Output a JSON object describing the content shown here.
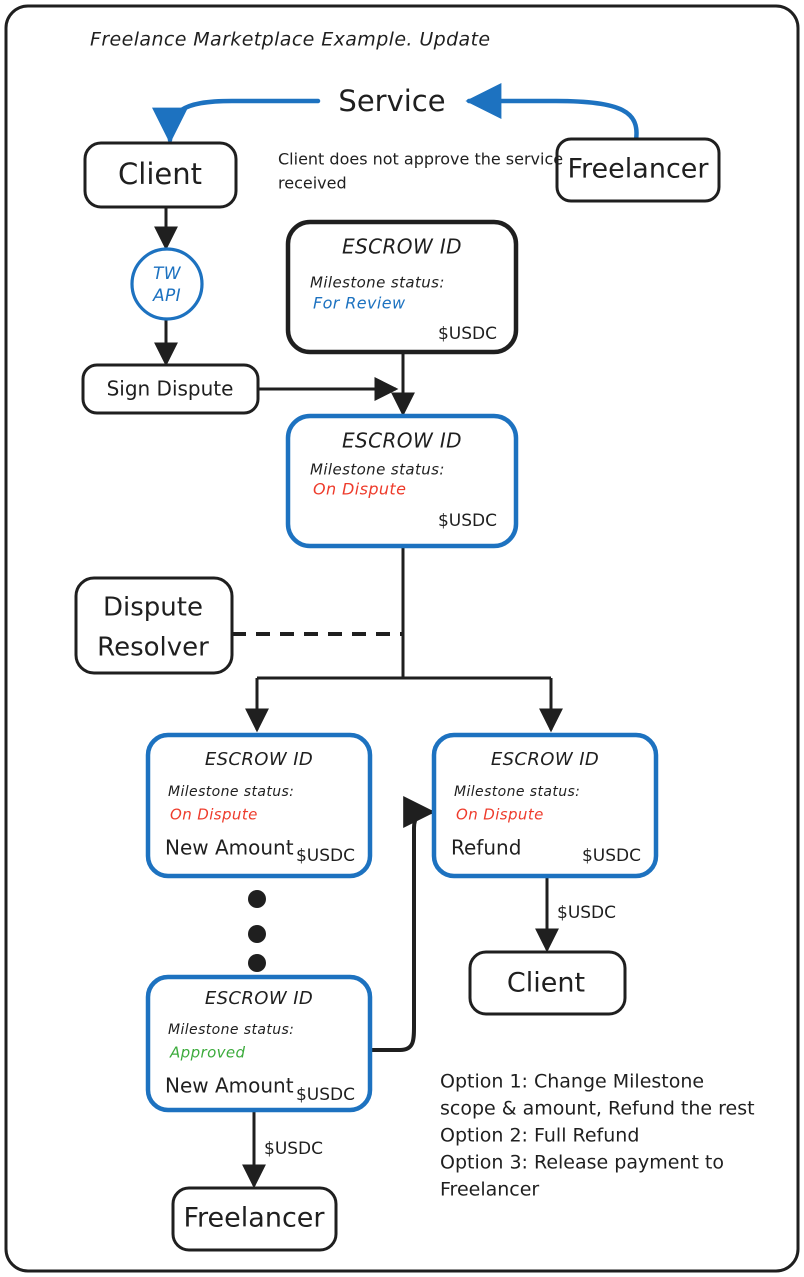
{
  "diagram": {
    "title": "Freelance Marketplace Example. Update",
    "colors": {
      "blue": "#1d72c0",
      "black": "#1f1f1f",
      "red": "#ee3b2b",
      "green": "#3cab3c",
      "white": "#ffffff"
    },
    "service_label": "Service",
    "note": {
      "line1": "Client does not approve the service",
      "line2": "received"
    },
    "actors": {
      "client_top": "Client",
      "freelancer_top": "Freelancer",
      "client_bottom": "Client",
      "freelancer_bottom": "Freelancer",
      "dispute_resolver_line1": "Dispute",
      "dispute_resolver_line2": "Resolver",
      "sign_dispute": "Sign Dispute",
      "api_line1": "TW",
      "api_line2": "API"
    },
    "escrow_boxes": [
      {
        "id": "escrow-for-review",
        "title": "ESCROW ID",
        "status_label": "Milestone status:",
        "status_value": "For Review",
        "status_color": "#1d72c0",
        "amount": "$USDC",
        "extra": "",
        "border": "#1f1f1f"
      },
      {
        "id": "escrow-on-dispute-main",
        "title": "ESCROW ID",
        "status_label": "Milestone status:",
        "status_value": "On Dispute",
        "status_color": "#ee3b2b",
        "amount": "$USDC",
        "extra": "",
        "border": "#1d72c0"
      },
      {
        "id": "escrow-on-dispute-new-amount",
        "title": "ESCROW ID",
        "status_label": "Milestone status:",
        "status_value": "On Dispute",
        "status_color": "#ee3b2b",
        "amount": "$USDC",
        "extra": "New Amount",
        "border": "#1d72c0"
      },
      {
        "id": "escrow-on-dispute-refund",
        "title": "ESCROW ID",
        "status_label": "Milestone status:",
        "status_value": "On Dispute",
        "status_color": "#ee3b2b",
        "amount": "$USDC",
        "extra": "Refund",
        "border": "#1d72c0"
      },
      {
        "id": "escrow-approved",
        "title": "ESCROW ID",
        "status_label": "Milestone status:",
        "status_value": "Approved",
        "status_color": "#3cab3c",
        "amount": "$USDC",
        "extra": "New Amount",
        "border": "#1d72c0"
      }
    ],
    "edge_labels": {
      "refund_to_client": "$USDC",
      "approved_to_freelancer": "$USDC"
    },
    "options": [
      "Option 1: Change Milestone",
      "scope & amount, Refund the rest",
      "Option 2: Full Refund",
      "Option 3: Release payment to",
      "Freelancer"
    ]
  }
}
